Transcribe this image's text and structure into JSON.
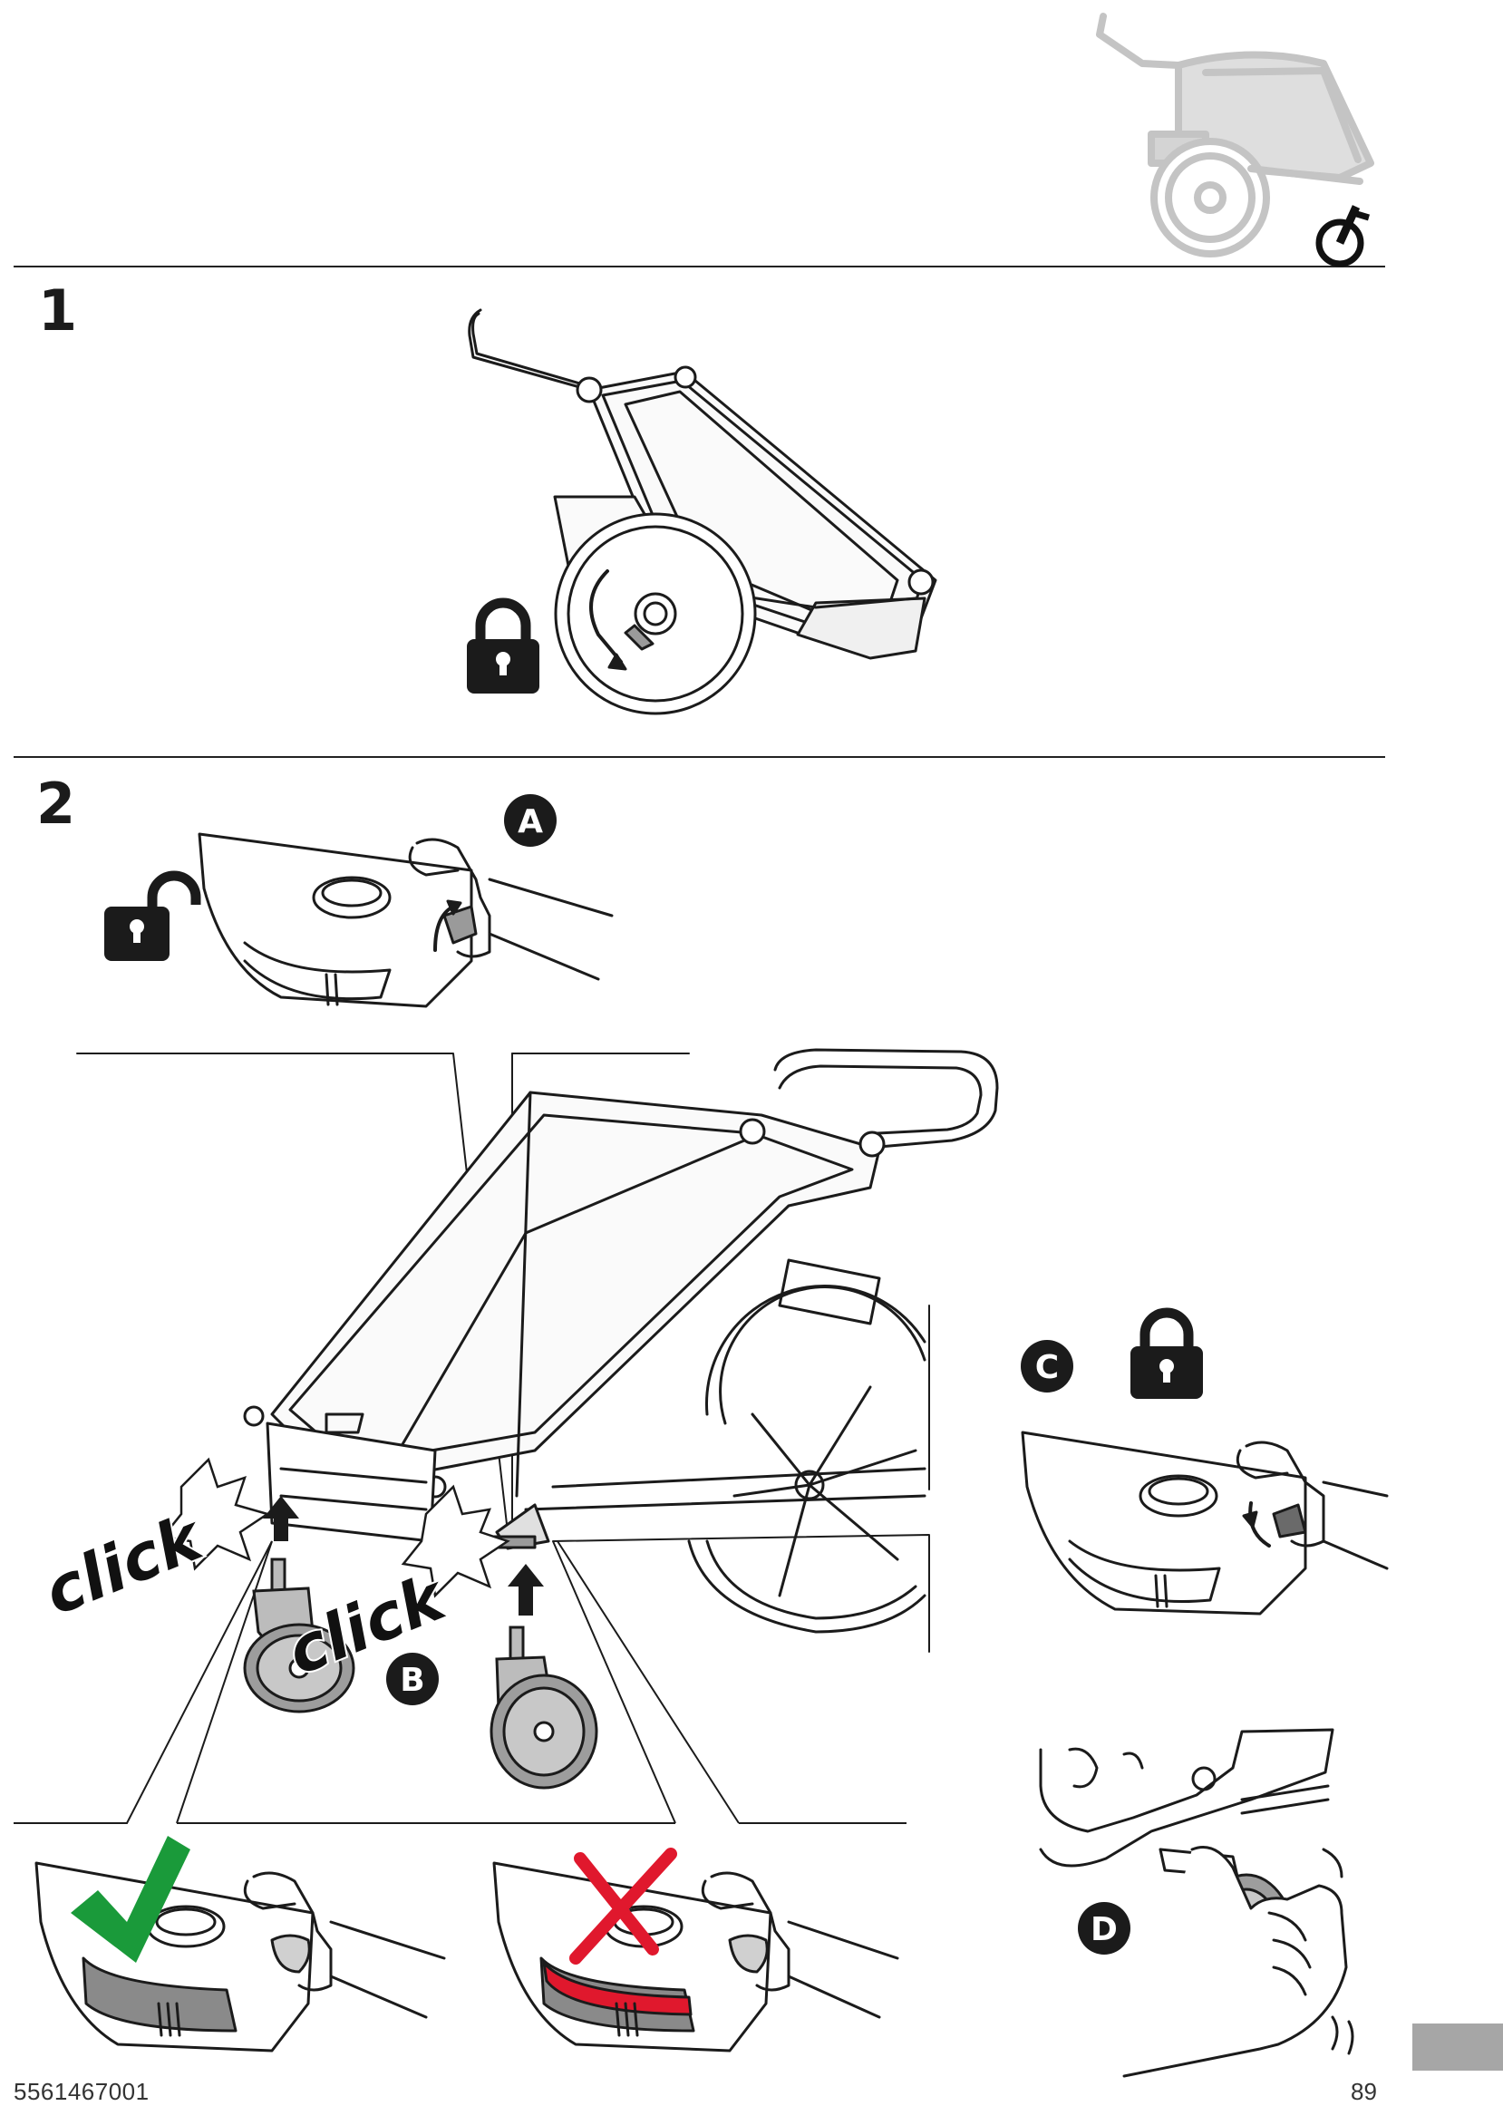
{
  "steps": [
    {
      "number": "1"
    },
    {
      "number": "2"
    }
  ],
  "callouts": {
    "a": "A",
    "b": "B",
    "c": "C",
    "d": "D"
  },
  "sound_effects": {
    "left": "click",
    "right": "click"
  },
  "footer": {
    "part_number": "5561467001",
    "page_number": "89"
  },
  "icons": [
    "stroller-overview-icon",
    "locked-padlock-icon",
    "unlocked-padlock-icon",
    "checkmark-icon",
    "cross-icon"
  ],
  "colors": {
    "check_green": "#1a9a3a",
    "cross_red": "#e0182d",
    "page_tab_gray": "#a6a6a6",
    "overview_gray": "#c4c4c4"
  }
}
